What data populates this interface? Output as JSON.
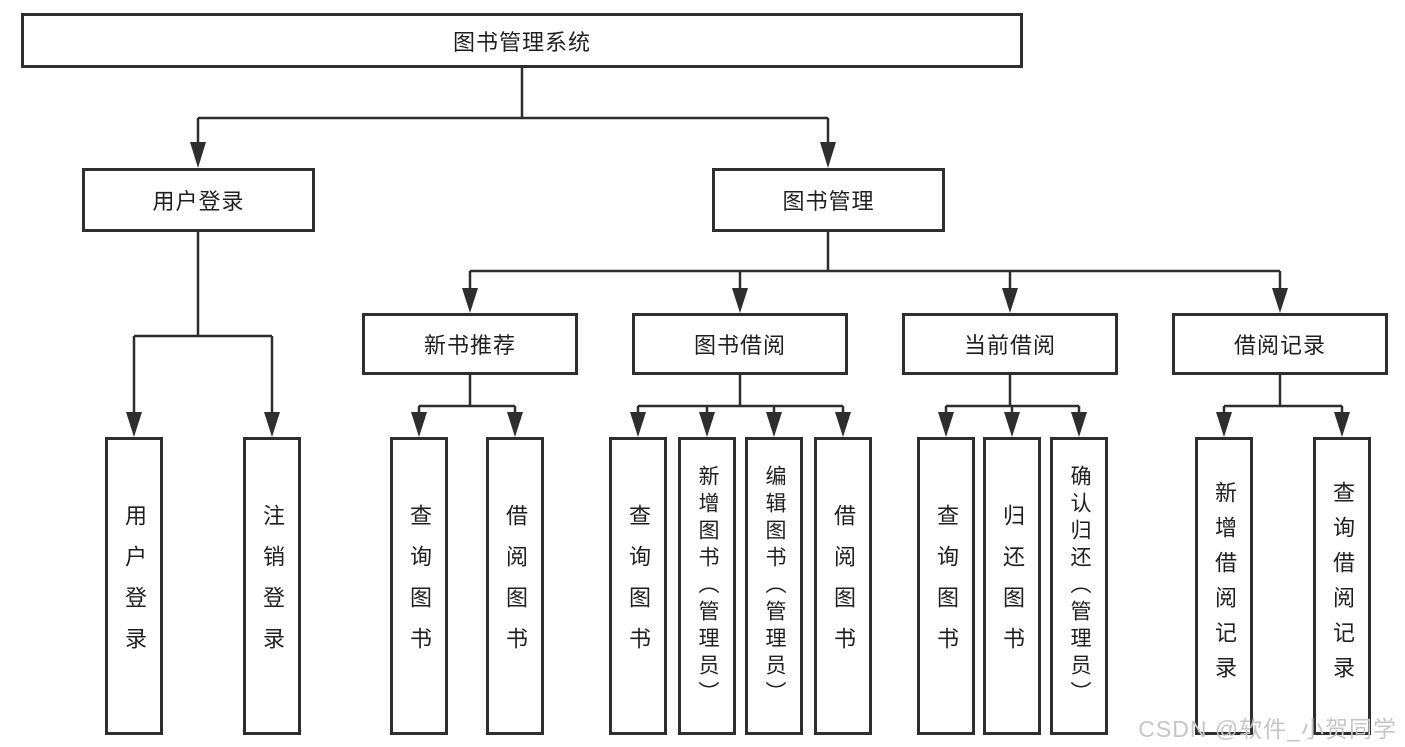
{
  "tree": {
    "label": "图书管理系统",
    "children": [
      {
        "label": "用户登录",
        "children": [
          {
            "label": "用户登录"
          },
          {
            "label": "注销登录"
          }
        ]
      },
      {
        "label": "图书管理",
        "children": [
          {
            "label": "新书推荐",
            "children": [
              {
                "label": "查询图书"
              },
              {
                "label": "借阅图书"
              }
            ]
          },
          {
            "label": "图书借阅",
            "children": [
              {
                "label": "查询图书"
              },
              {
                "label": "新增图书（管理员）"
              },
              {
                "label": "编辑图书（管理员）"
              },
              {
                "label": "借阅图书"
              }
            ]
          },
          {
            "label": "当前借阅",
            "children": [
              {
                "label": "查询图书"
              },
              {
                "label": "归还图书"
              },
              {
                "label": "确认归还（管理员）"
              }
            ]
          },
          {
            "label": "借阅记录",
            "children": [
              {
                "label": "新增借阅记录"
              },
              {
                "label": "查询借阅记录"
              }
            ]
          }
        ]
      }
    ]
  },
  "colors": {
    "line": "#2e2e2e",
    "text": "#1f1f1f",
    "watermark": "#c6c6c6"
  },
  "watermark": "CSDN @软件_小贺同学"
}
